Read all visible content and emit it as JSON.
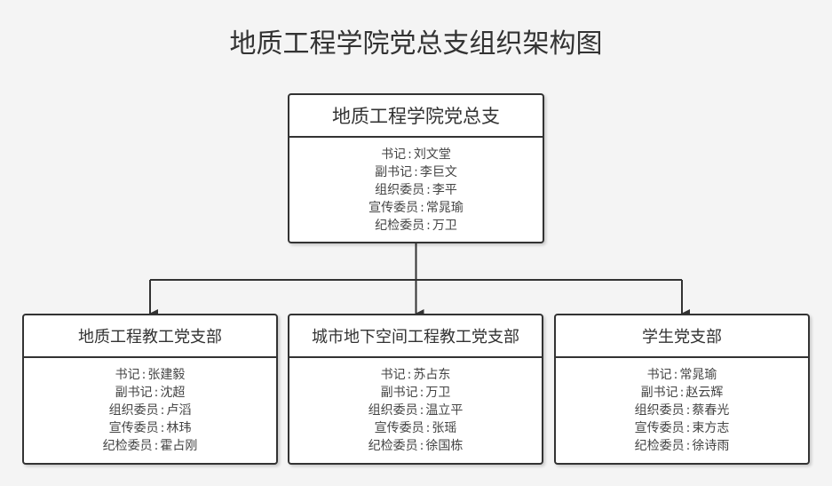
{
  "title": "地质工程学院党总支组织架构图",
  "colors": {
    "background": "#f4f4f4",
    "box_fill": "#ffffff",
    "line": "#333333"
  },
  "root": {
    "name": "地质工程学院党总支",
    "members": [
      {
        "role": "书记",
        "name": "刘文堂"
      },
      {
        "role": "副书记",
        "name": "李巨文"
      },
      {
        "role": "组织委员",
        "name": "李平"
      },
      {
        "role": "宣传委员",
        "name": "常晁瑜"
      },
      {
        "role": "纪检委员",
        "name": "万卫"
      }
    ]
  },
  "branches": [
    {
      "name": "地质工程教工党支部",
      "members": [
        {
          "role": "书记",
          "name": "张建毅"
        },
        {
          "role": "副书记",
          "name": "沈超"
        },
        {
          "role": "组织委员",
          "name": "卢滔"
        },
        {
          "role": "宣传委员",
          "name": "林玮"
        },
        {
          "role": "纪检委员",
          "name": "霍占刚"
        }
      ]
    },
    {
      "name": "城市地下空间工程教工党支部",
      "members": [
        {
          "role": "书记",
          "name": "苏占东"
        },
        {
          "role": "副书记",
          "name": "万卫"
        },
        {
          "role": "组织委员",
          "name": "温立平"
        },
        {
          "role": "宣传委员",
          "name": "张瑶"
        },
        {
          "role": "纪检委员",
          "name": "徐国栋"
        }
      ]
    },
    {
      "name": "学生党支部",
      "members": [
        {
          "role": "书记",
          "name": "常晁瑜"
        },
        {
          "role": "副书记",
          "name": "赵云辉"
        },
        {
          "role": "组织委员",
          "name": "蔡春光"
        },
        {
          "role": "宣传委员",
          "name": "束方志"
        },
        {
          "role": "纪检委员",
          "name": "徐诗雨"
        }
      ]
    }
  ]
}
